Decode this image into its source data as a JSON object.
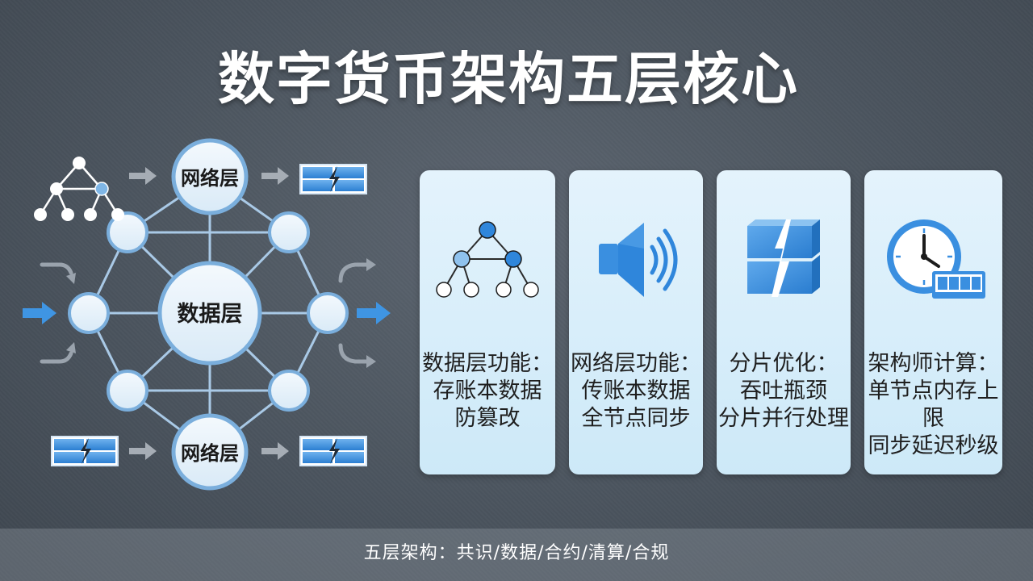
{
  "title": "数字货币架构五层核心",
  "diagram": {
    "center_label": "数据层",
    "top_label": "网络层",
    "bottom_label": "网络层"
  },
  "cards": [
    {
      "icon": "network-tree-icon",
      "lines": [
        "数据层功能：",
        "存账本数据",
        "防篡改"
      ]
    },
    {
      "icon": "speaker-icon",
      "lines": [
        "网络层功能：",
        "传账本数据",
        "全节点同步"
      ]
    },
    {
      "icon": "split-blocks-icon",
      "lines": [
        "分片优化：",
        "吞吐瓶颈",
        "分片并行处理"
      ]
    },
    {
      "icon": "clock-memory-icon",
      "lines": [
        "架构师计算：",
        "单节点内存上限",
        "同步延迟秒级"
      ]
    }
  ],
  "footer": "五层架构：共识/数据/合约/清算/合规",
  "colors": {
    "accent_blue": "#3a8fe0",
    "card_bg": "#d4ecf9",
    "node_fill": "#e8f3fb",
    "node_stroke": "#7aaedc"
  }
}
